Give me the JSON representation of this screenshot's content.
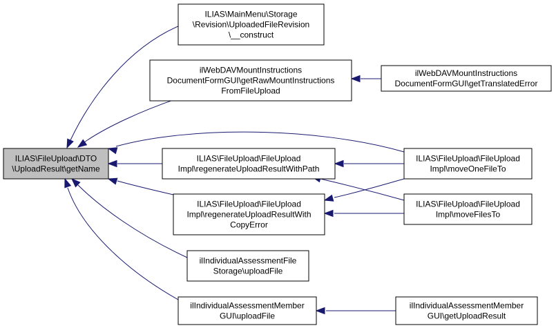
{
  "diagram": {
    "type": "call-graph",
    "colors": {
      "edge": "#191970",
      "focus_fill": "#bfbfbf",
      "node_fill": "#ffffff",
      "node_border": "#000000"
    },
    "nodes": [
      {
        "id": "n0",
        "lines": [
          "ILIAS\\FileUpload\\DTO",
          "\\UploadResult\\getName"
        ],
        "focus": true
      },
      {
        "id": "n1",
        "lines": [
          "ILIAS\\MainMenu\\Storage",
          "\\Revision\\UploadedFileRevision",
          "\\__construct"
        ]
      },
      {
        "id": "n2",
        "lines": [
          "ilWebDAVMountInstructions",
          "DocumentFormGUI\\getRawMountInstructions",
          "FromFileUpload"
        ]
      },
      {
        "id": "n3",
        "lines": [
          "ilWebDAVMountInstructions",
          "DocumentFormGUI\\getTranslatedError"
        ]
      },
      {
        "id": "n4",
        "lines": [
          "ILIAS\\FileUpload\\FileUpload",
          "Impl\\regenerateUploadResultWithPath"
        ]
      },
      {
        "id": "n5",
        "lines": [
          "ILIAS\\FileUpload\\FileUpload",
          "Impl\\regenerateUploadResultWith",
          "CopyError"
        ]
      },
      {
        "id": "n6",
        "lines": [
          "ILIAS\\FileUpload\\FileUpload",
          "Impl\\moveOneFileTo"
        ]
      },
      {
        "id": "n7",
        "lines": [
          "ILIAS\\FileUpload\\FileUpload",
          "Impl\\moveFilesTo"
        ]
      },
      {
        "id": "n8",
        "lines": [
          "ilIndividualAssessmentFile",
          "Storage\\uploadFile"
        ]
      },
      {
        "id": "n9",
        "lines": [
          "ilIndividualAssessmentMember",
          "GUI\\uploadFile"
        ]
      },
      {
        "id": "n10",
        "lines": [
          "ilIndividualAssessmentMember",
          "GUI\\getUploadResult"
        ]
      }
    ],
    "edges": [
      {
        "from": "n1",
        "to": "n0"
      },
      {
        "from": "n2",
        "to": "n0"
      },
      {
        "from": "n3",
        "to": "n2"
      },
      {
        "from": "n6",
        "to": "n0"
      },
      {
        "from": "n4",
        "to": "n0"
      },
      {
        "from": "n6",
        "to": "n4"
      },
      {
        "from": "n7",
        "to": "n4"
      },
      {
        "from": "n5",
        "to": "n0"
      },
      {
        "from": "n6",
        "to": "n5"
      },
      {
        "from": "n7",
        "to": "n5"
      },
      {
        "from": "n8",
        "to": "n0"
      },
      {
        "from": "n9",
        "to": "n0"
      },
      {
        "from": "n10",
        "to": "n9"
      }
    ]
  }
}
